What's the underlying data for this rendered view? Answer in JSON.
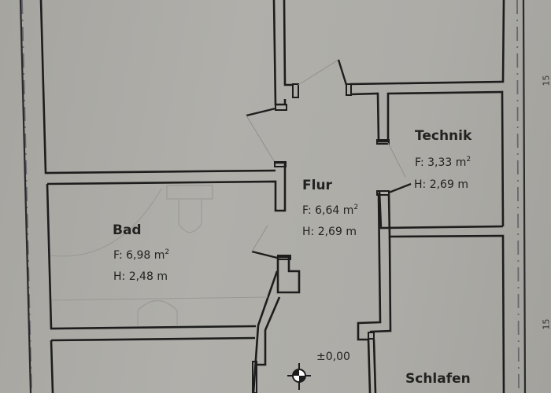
{
  "plan": {
    "rooms": [
      {
        "id": "technik",
        "name": "Technik",
        "area_label": "F:",
        "area_value": "3,33",
        "area_unit": "m",
        "area_exp": "2",
        "height_label": "H:",
        "height_value": "2,69",
        "height_unit": "m"
      },
      {
        "id": "flur",
        "name": "Flur",
        "area_label": "F:",
        "area_value": "6,64",
        "area_unit": "m",
        "area_exp": "2",
        "height_label": "H:",
        "height_value": "2,69",
        "height_unit": "m"
      },
      {
        "id": "bad",
        "name": "Bad",
        "area_label": "F:",
        "area_value": "6,98",
        "area_unit": "m",
        "area_exp": "2",
        "height_label": "H:",
        "height_value": "2,48",
        "height_unit": "m"
      },
      {
        "id": "schlafen",
        "name": "Schlafen"
      }
    ],
    "elevation_marker": {
      "icon": "level-datum-icon",
      "label": "±0,00"
    },
    "dimension_labels": [
      "15",
      "15"
    ],
    "colors": {
      "paper": "#adaca7",
      "walls": "#1d1d1d",
      "fixtures": "#9a9995",
      "text": "#222222"
    }
  }
}
